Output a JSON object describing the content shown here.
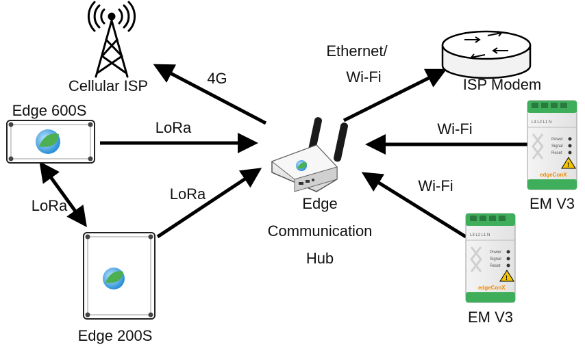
{
  "nodes": {
    "cellular_isp": "Cellular ISP",
    "edge_600s": "Edge 600S",
    "edge_200s": "Edge 200S",
    "hub_line1": "Edge",
    "hub_line2": "Communication",
    "hub_line3": "Hub",
    "isp_modem": "ISP Modem",
    "em_v3_right": "EM V3",
    "em_v3_bottom": "EM V3"
  },
  "links": {
    "hub_to_cellular": "4G",
    "hub_to_modem_line1": "Ethernet/",
    "hub_to_modem_line2": "Wi-Fi",
    "edge600_to_hub": "LoRa",
    "edge200_to_hub": "LoRa",
    "edge600_edge200": "LoRa",
    "emright_to_hub": "Wi-Fi",
    "embottom_to_hub": "Wi-Fi"
  },
  "device_text": {
    "terminals": "L3 L2  L1   N",
    "power": "Power",
    "signal": "Signal",
    "reset": "Reset",
    "brand": "edgeConX"
  },
  "colors": {
    "arrow": "#000000",
    "leaf_blue": "#2a8fd6",
    "leaf_green": "#4caf50",
    "terminal_green": "#3fae5b",
    "warning_yellow": "#f5c400",
    "brand_orange": "#f08a00"
  }
}
